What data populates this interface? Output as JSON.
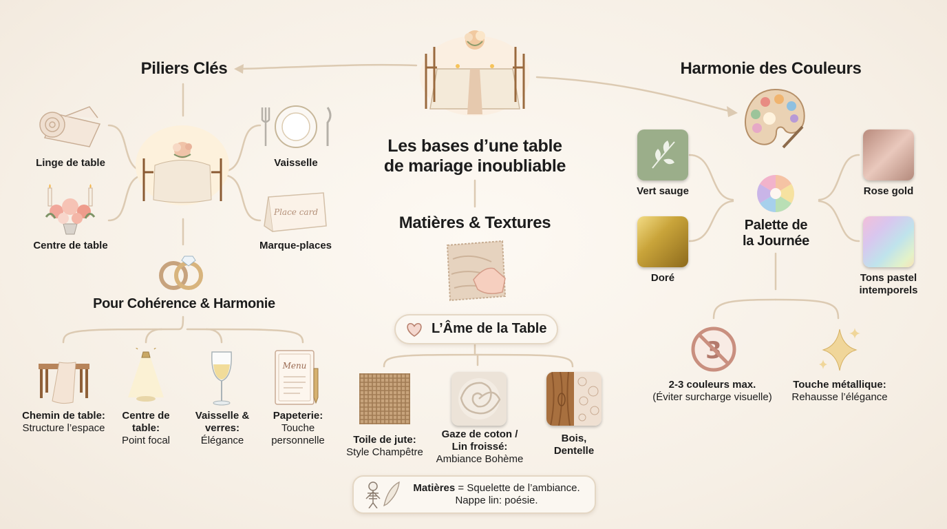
{
  "center": {
    "title_line1": "Les bases d’une table",
    "title_line2": "de mariage inoubliable"
  },
  "piliers": {
    "title": "Piliers Clés",
    "items": [
      "Linge de table",
      "Centre de table",
      "Vaisselle",
      "Marque-places"
    ],
    "place_card_text": "Place card"
  },
  "coherence": {
    "title": "Pour Cohérence & Harmonie",
    "items": [
      {
        "label": "Chemin de table:",
        "desc": "Structure l’espace"
      },
      {
        "label_line1": "Centre de",
        "label_line2": "table:",
        "desc": "Point focal"
      },
      {
        "label_line1": "Vaisselle &",
        "label_line2": "verres:",
        "desc": "Élégance"
      },
      {
        "label": "Papeterie:",
        "desc_line1": "Touche",
        "desc_line2": "personnelle"
      }
    ],
    "menu_text": "Menu"
  },
  "matieres": {
    "title": "Matières & Textures",
    "ame": "L’Âme de la Table",
    "items": [
      {
        "label": "Toile de jute:",
        "desc": "Style Champêtre"
      },
      {
        "label_line1": "Gaze de coton /",
        "label_line2": "Lin froissé:",
        "desc": "Ambiance Bohème"
      },
      {
        "label_line1": "Bois,",
        "label_line2": "Dentelle"
      }
    ],
    "note_bold": "Matières",
    "note_rest": " = Squelette de l’ambiance.",
    "note_line2": "Nappe lin: poésie."
  },
  "couleurs": {
    "title": "Harmonie des Couleurs",
    "palette_line1": "Palette de",
    "palette_line2": "la Journée",
    "swatches": [
      {
        "label": "Vert sauge",
        "color": "#9bae8a"
      },
      {
        "label": "Doré",
        "color": "#c9a43a"
      },
      {
        "label": "Rose gold",
        "color": "#d3aa9b"
      },
      {
        "label_line1": "Tons pastel",
        "label_line2": "intemporels",
        "color": "#d9c6ee"
      }
    ],
    "rules": [
      {
        "label": "2-3 couleurs max.",
        "desc": "(Éviter surcharge visuelle)",
        "icon_digit": "3"
      },
      {
        "label": "Touche métallique:",
        "desc": "Rehausse l’élégance"
      }
    ]
  }
}
